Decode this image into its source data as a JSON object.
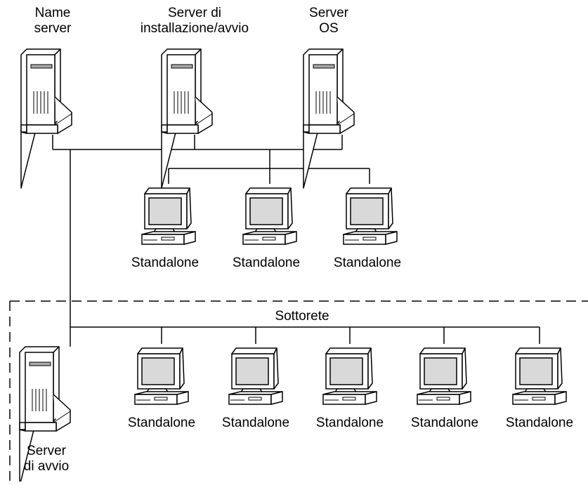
{
  "diagram": {
    "top_servers": [
      {
        "line1": "Name",
        "line2": "server"
      },
      {
        "line1": "Server di",
        "line2": "installazione/avvio"
      },
      {
        "line1": "Server",
        "line2": "OS"
      }
    ],
    "upper_workstations": [
      "Standalone",
      "Standalone",
      "Standalone"
    ],
    "subnet": {
      "label": "Sottorete",
      "boot_server": {
        "line1": "Server",
        "line2": "di avvio"
      },
      "workstations": [
        "Standalone",
        "Standalone",
        "Standalone",
        "Standalone",
        "Standalone"
      ]
    }
  }
}
